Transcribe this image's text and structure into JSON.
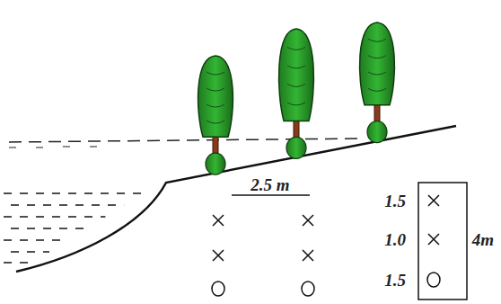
{
  "diagram": {
    "labels": [
      "2.5 m",
      "1.5",
      "1.0",
      "1.5",
      "4m"
    ]
  }
}
